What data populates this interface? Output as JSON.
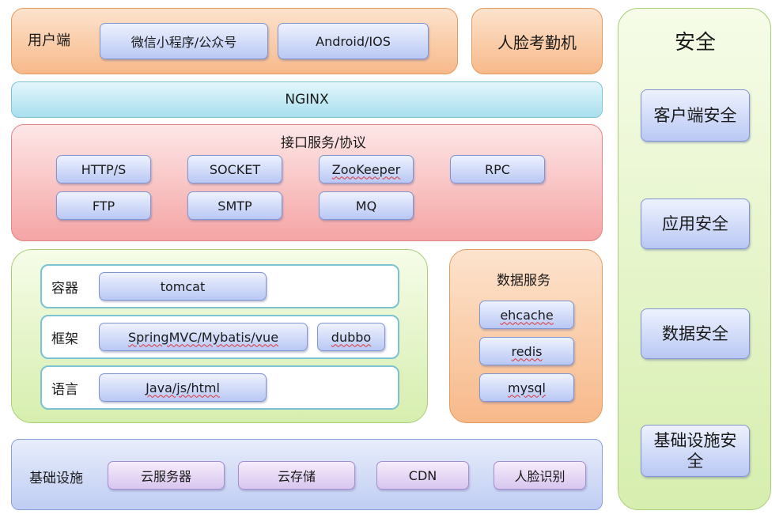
{
  "client": {
    "label": "用户端",
    "items": [
      "微信小程序/公众号",
      "Android/IOS"
    ]
  },
  "face_attendance": {
    "label": "人脸考勤机"
  },
  "nginx": {
    "label": "NGINX"
  },
  "interface": {
    "title": "接口服务/协议",
    "items": [
      "HTTP/S",
      "SOCKET",
      "ZooKeeper",
      "RPC",
      "FTP",
      "SMTP",
      "MQ"
    ]
  },
  "app": {
    "container": {
      "label": "容器",
      "items": [
        "tomcat"
      ]
    },
    "framework": {
      "label": "框架",
      "items": [
        "SpringMVC/Mybatis/vue",
        "dubbo"
      ]
    },
    "language": {
      "label": "语言",
      "items": [
        "Java/js/html"
      ]
    }
  },
  "data_service": {
    "title": "数据服务",
    "items": [
      "ehcache",
      "redis",
      "mysql"
    ]
  },
  "infrastructure": {
    "label": "基础设施",
    "items": [
      "云服务器",
      "云存储",
      "CDN",
      "人脸识别"
    ]
  },
  "security": {
    "title": "安全",
    "items": [
      "客户端安全",
      "应用安全",
      "数据安全",
      "基础设施安全"
    ]
  }
}
